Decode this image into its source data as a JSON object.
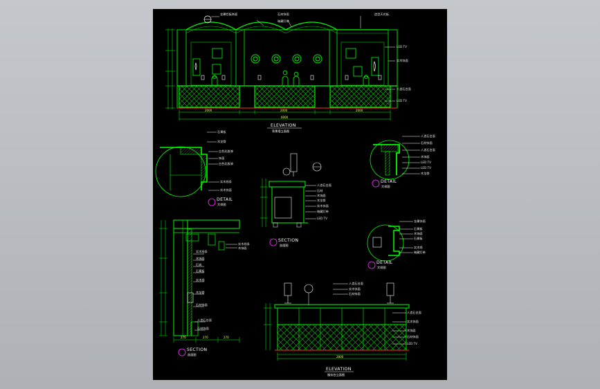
{
  "viewer": {
    "background": "#b9bcc1",
    "sheet_background": "#000000"
  },
  "colors": {
    "line": "#00ff00",
    "line_dim": "#00aa00",
    "cyan": "#00ffff",
    "magenta": "#ff33ff",
    "white": "#ffffff",
    "yellow": "#ffff66",
    "red": "#ff3030"
  },
  "drawing": {
    "elevation_top": {
      "title": "ELEVATION",
      "subtitle": "背景墙立面图",
      "dims": [
        "2000",
        "2000",
        "2000",
        "6000"
      ],
      "callouts_left": [
        "金属铝板饰面"
      ],
      "callouts_top": [
        "石材饰面",
        "暗藏灯带",
        "造型天花板"
      ],
      "callouts_right": [
        "LED TV",
        "实木饰面",
        "人造石台面",
        "LED TV"
      ]
    },
    "detail_1": {
      "title": "DETAIL",
      "subtitle": "大样图",
      "callouts": [
        "石膏板",
        "木龙骨",
        "白色乳胶漆",
        "饰面",
        "实木线条",
        "实木饰面"
      ]
    },
    "section_small": {
      "title": "SECTION",
      "subtitle": "剖面图",
      "callouts": [
        "人造石台面",
        "石材",
        "木饰面",
        "木龙骨",
        "实木饰面",
        "暗藏灯带",
        "LED TV"
      ]
    },
    "detail_2": {
      "title": "DETAIL",
      "subtitle": "大样图",
      "callouts": [
        "人造石台面",
        "石材饰面",
        "木饰面",
        "LED TV",
        "木龙骨"
      ]
    },
    "detail_3": {
      "title": "DETAIL",
      "subtitle": "大样图",
      "callouts": [
        "金属饰面",
        "石膏板",
        "木饰面",
        "实木线",
        "暗藏灯带"
      ]
    },
    "section_tall": {
      "title": "SECTION",
      "subtitle": "剖面图",
      "dims": [
        "270",
        "270",
        "270"
      ],
      "callouts": [
        "实木线条",
        "木饰面",
        "灯具",
        "石膏板",
        "实木线",
        "木龙骨",
        "石材饰面",
        "人造石台面"
      ]
    },
    "elevation_bottom": {
      "title": "ELEVATION",
      "subtitle": "服务台立面图",
      "dims": [
        "2800"
      ],
      "callouts_top": [
        "人造石台面",
        "实木饰面",
        "石材饰面"
      ],
      "callouts_right": [
        "人造石台面",
        "实木饰面",
        "木饰面",
        "石材饰面",
        "LED TV"
      ]
    }
  }
}
